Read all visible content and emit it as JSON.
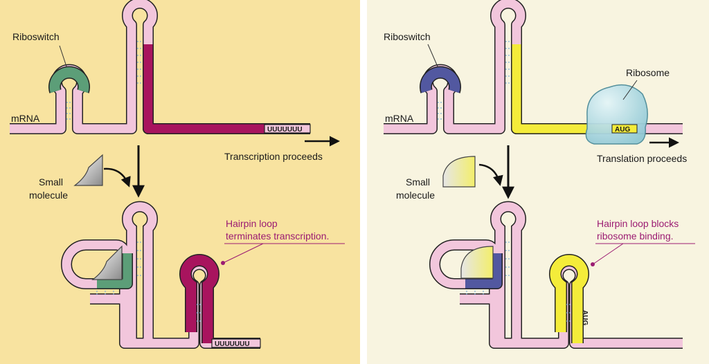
{
  "left_panel": {
    "riboswitch_label": "Riboswitch",
    "mrna_label": "mRNA",
    "terminator_seq": "UUUUUUU",
    "proceeds_label": "Transcription proceeds",
    "small_molecule_line1": "Small",
    "small_molecule_line2": "molecule",
    "hairpin_note_line1": "Hairpin loop",
    "hairpin_note_line2": "terminates transcription.",
    "terminator_seq_bottom": "UUUUUUU"
  },
  "right_panel": {
    "riboswitch_label": "Riboswitch",
    "ribosome_label": "Ribosome",
    "mrna_label": "mRNA",
    "start_codon": "AUG",
    "proceeds_label": "Translation proceeds",
    "small_molecule_line1": "Small",
    "small_molecule_line2": "molecule",
    "hairpin_note_line1": "Hairpin loop blocks",
    "hairpin_note_line2": "ribosome binding.",
    "start_codon_bottom": "AUG"
  },
  "colors": {
    "left_background": "#f8e3a0",
    "right_background": "#f8f4e0",
    "mrna_pink": "#f2c6dc",
    "riboswitch_green": "#5c9e78",
    "riboswitch_blue": "#5258a0",
    "terminator_magenta": "#a8145e",
    "sequence_yellow": "#f4ec3a",
    "ribosome_blue": "#a9d8e2",
    "note_purple": "#9b1b72"
  }
}
